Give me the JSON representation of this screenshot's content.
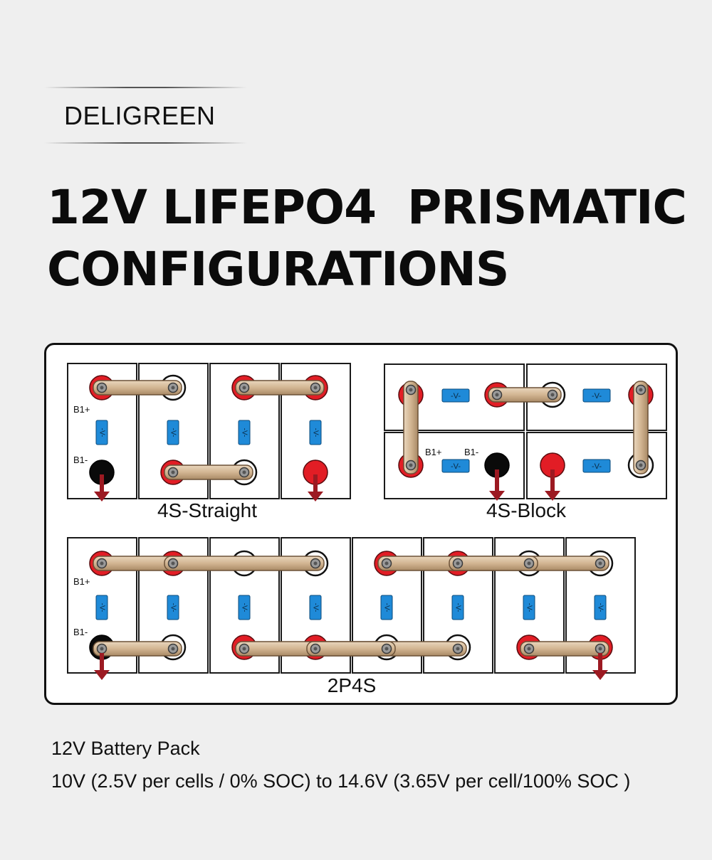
{
  "brand": "DELIGREEN",
  "title": "12V LIFEPO4  PRISMATIC\nCONFIGURATIONS",
  "diagram": {
    "straight_label": "4S-Straight",
    "block_label": "4S-Block",
    "parallel_label": "2P4S",
    "terminal_pos": "B1+",
    "terminal_neg": "B1-",
    "vent_label": "-V-"
  },
  "colors": {
    "positive_terminal": "#e21d25",
    "negative_terminal": "#0a0a0a",
    "busbar": "#d4b896",
    "vent": "#1f8ad8",
    "arrow": "#9c1a22"
  },
  "captions": {
    "line1": "12V Battery Pack",
    "line2": "10V (2.5V per cells / 0% SOC) to 14.6V (3.65V per cell/100% SOC )"
  }
}
